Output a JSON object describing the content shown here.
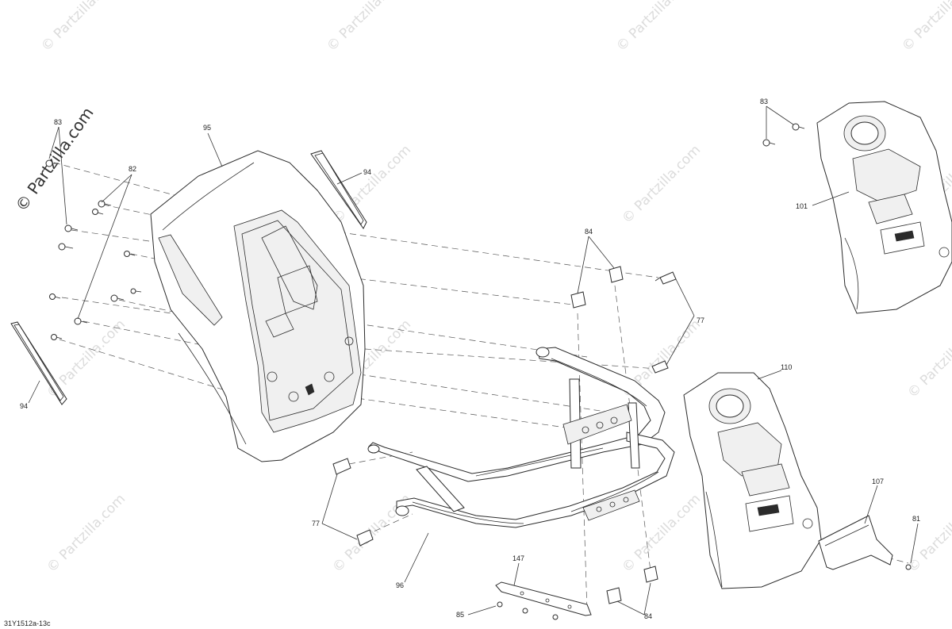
{
  "watermark": {
    "main_text": "© Partzilla.com",
    "repeat_text": "© Partzilla.com"
  },
  "drawing_id": "31Y1512a-13c",
  "callouts": {
    "c83_left": "83",
    "c82": "82",
    "c95": "95",
    "c94_top": "94",
    "c94_left": "94",
    "c84_top": "84",
    "c77_right": "77",
    "c77_left": "77",
    "c96": "96",
    "c147": "147",
    "c85": "85",
    "c84_bottom": "84",
    "c83_right": "83",
    "c101": "101",
    "c110": "110",
    "c107": "107",
    "c81": "81"
  },
  "parts": {
    "fender": "fender-95",
    "reflector_top": "reflector-94",
    "reflector_left": "reflector-94",
    "bumper_frame": "bumper-96",
    "panel_101": "panel-101",
    "panel_110": "panel-110",
    "bracket_107": "bracket-107",
    "strip_147": "strip-147"
  },
  "colors": {
    "line": "#2b2b2b",
    "watermark": "#dcdcdc"
  }
}
